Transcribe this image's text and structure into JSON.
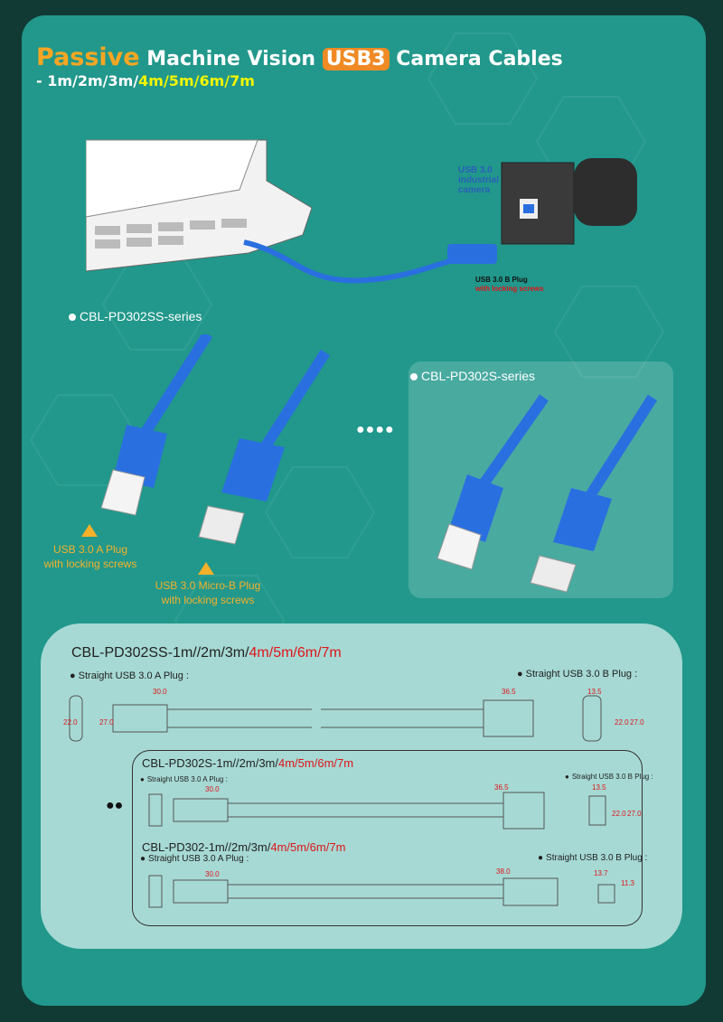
{
  "header": {
    "title_passive": "Passive",
    "title_mid": "Machine Vision",
    "title_usb3": "USB3",
    "title_end": "Camera Cables",
    "lengths_prefix": "- 1m/2m/3m/",
    "lengths_highlight": "4m/5m/6m/7m"
  },
  "hero": {
    "camera_label_1": "USB 3.0",
    "camera_label_2": "industrial",
    "camera_label_3": "camera",
    "plug_label": "USB 3.0 B Plug",
    "plug_sub": "with locking screws"
  },
  "series": {
    "ss_label": "CBL-PD302SS-series",
    "s_label": "CBL-PD302S-series",
    "dots": "●●●●",
    "a_plug": "USB 3.0 A Plug",
    "a_plug_sub": "with locking screws",
    "b_plug": "USB 3.0 Micro-B Plug",
    "b_plug_sub": "with locking screws"
  },
  "drawings": {
    "ss": {
      "title_prefix": "CBL-PD302SS-1m//2m/3m/",
      "title_red": "4m/5m/6m/7m",
      "a_label": "Straight USB 3.0 A Plug :",
      "b_label": "Straight USB 3.0 B Plug :",
      "dim_a": "30.0",
      "dim_b": "36.5",
      "dim_w": "13.5",
      "dim_h1": "22.0",
      "dim_h2": "27.0"
    },
    "s": {
      "title_prefix": "CBL-PD302S-1m//2m/3m/",
      "title_red": "4m/5m/6m/7m",
      "a_label": "Straight USB 3.0 A Plug :",
      "b_label": "Straight USB 3.0 B Plug :",
      "dim_a": "30.0",
      "dim_b": "36.5",
      "dim_w": "13.5",
      "dim_h1": "22.0",
      "dim_h2": "27.0"
    },
    "plain": {
      "title_prefix": "CBL-PD302-1m//2m/3m/",
      "title_red": "4m/5m/6m/7m",
      "a_label": "Straight USB 3.0 A Plug :",
      "b_label": "Straight USB 3.0 B Plug :",
      "dim_a": "30.0",
      "dim_b": "38.0",
      "dim_w": "13.7",
      "dim_h": "11.3"
    },
    "dots": "●●"
  },
  "colors": {
    "card": "#21988b",
    "accent_orange": "#f6a623",
    "cable_blue": "#2a6fe0",
    "dim_red": "#e0141a"
  }
}
